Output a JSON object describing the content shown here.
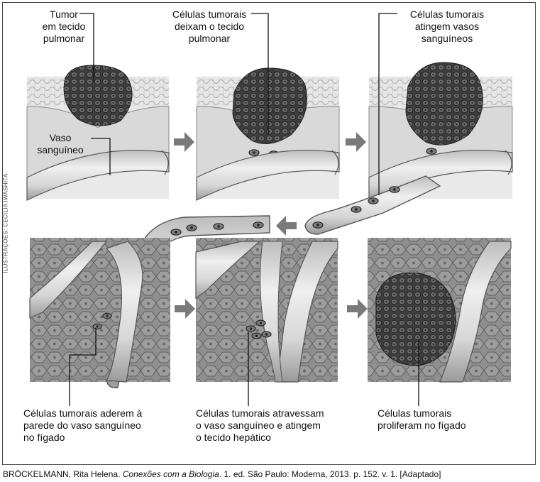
{
  "labels": {
    "tumor": [
      "Tumor",
      "em tecido",
      "pulmonar"
    ],
    "leave": [
      "Células tumorais",
      "deixam o tecido",
      "pulmonar"
    ],
    "reach": [
      "Células tumorais",
      "atingem vasos",
      "sanguíneos"
    ],
    "vessel": [
      "Vaso",
      "sanguíneo"
    ],
    "adhere": [
      "Células tumorais aderem à",
      "parede do vaso sanguíneo",
      "no fígado"
    ],
    "cross": [
      "Células tumorais atravessam",
      "o vaso sanguíneo e atingem",
      "o tecido hepático"
    ],
    "proliferate": [
      "Células tumorais",
      "proliferam  no fígado"
    ]
  },
  "vertical_credit": "ILUSTRAÇÕES: CECÍLIA IWASHITA",
  "citation": {
    "before": "BRÖCKELMANN, Rita Helena. ",
    "title": "Conexões com a Biologia",
    "after": ". 1. ed. São Paulo: Moderna, 2013. p. 152. v. 1. [Adaptado]"
  },
  "colors": {
    "arrow": "#7a7a7a",
    "tissue": "#9a9a9a",
    "tumor": "#4a4a4a",
    "vessel": "#d8d8d8"
  }
}
